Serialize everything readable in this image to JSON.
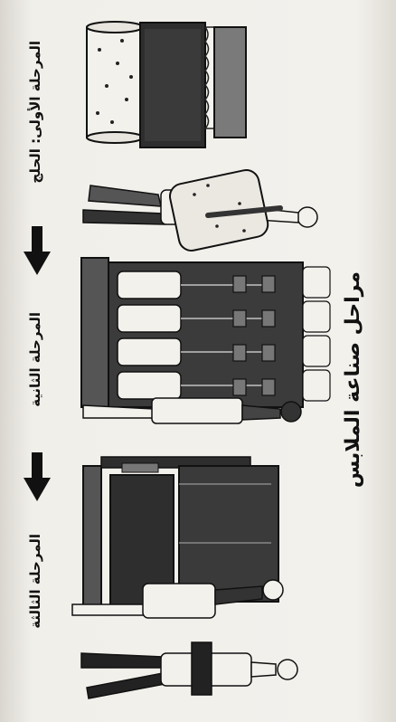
{
  "title": "مراحل صناعة الملابس",
  "stages": [
    {
      "label": "المرحلة الأولى: الحلج"
    },
    {
      "label": "المرحلة الثانية"
    },
    {
      "label": "المرحلة الثالثة"
    }
  ],
  "icons": [
    "down-arrow-icon",
    "down-arrow-icon"
  ],
  "colors": {
    "ink": "#111111",
    "paper": "#f1efea",
    "machine_dark": "#2e2e2e"
  }
}
